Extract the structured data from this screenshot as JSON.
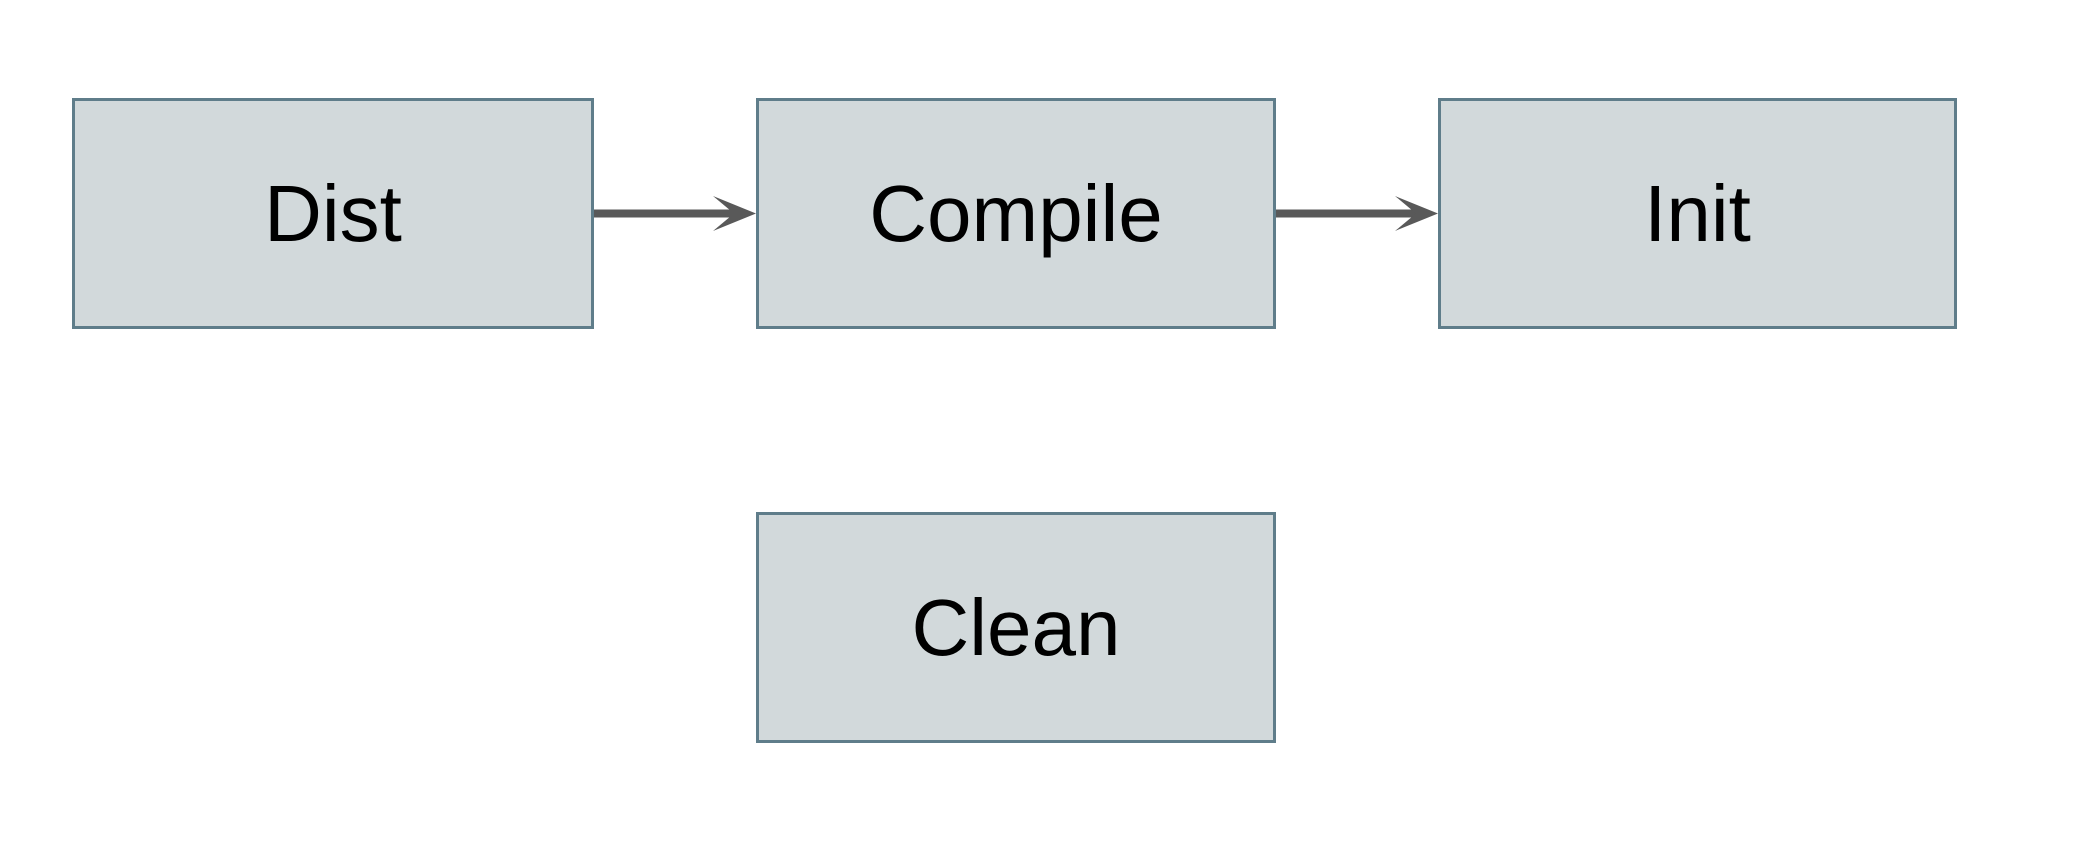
{
  "diagram": {
    "type": "flowchart",
    "nodes": [
      {
        "id": "dist",
        "label": "Dist"
      },
      {
        "id": "compile",
        "label": "Compile"
      },
      {
        "id": "init",
        "label": "Init"
      },
      {
        "id": "clean",
        "label": "Clean"
      }
    ],
    "edges": [
      {
        "from": "Dist",
        "to": "Compile",
        "style": "solid-arrow-right"
      },
      {
        "from": "Compile",
        "to": "Init",
        "style": "solid-arrow-right"
      }
    ],
    "colors": {
      "background": "#ffffff",
      "node_fill": "#d2d9db",
      "node_border": "#5f7d8a",
      "arrow": "#595959",
      "text": "#000000"
    }
  }
}
